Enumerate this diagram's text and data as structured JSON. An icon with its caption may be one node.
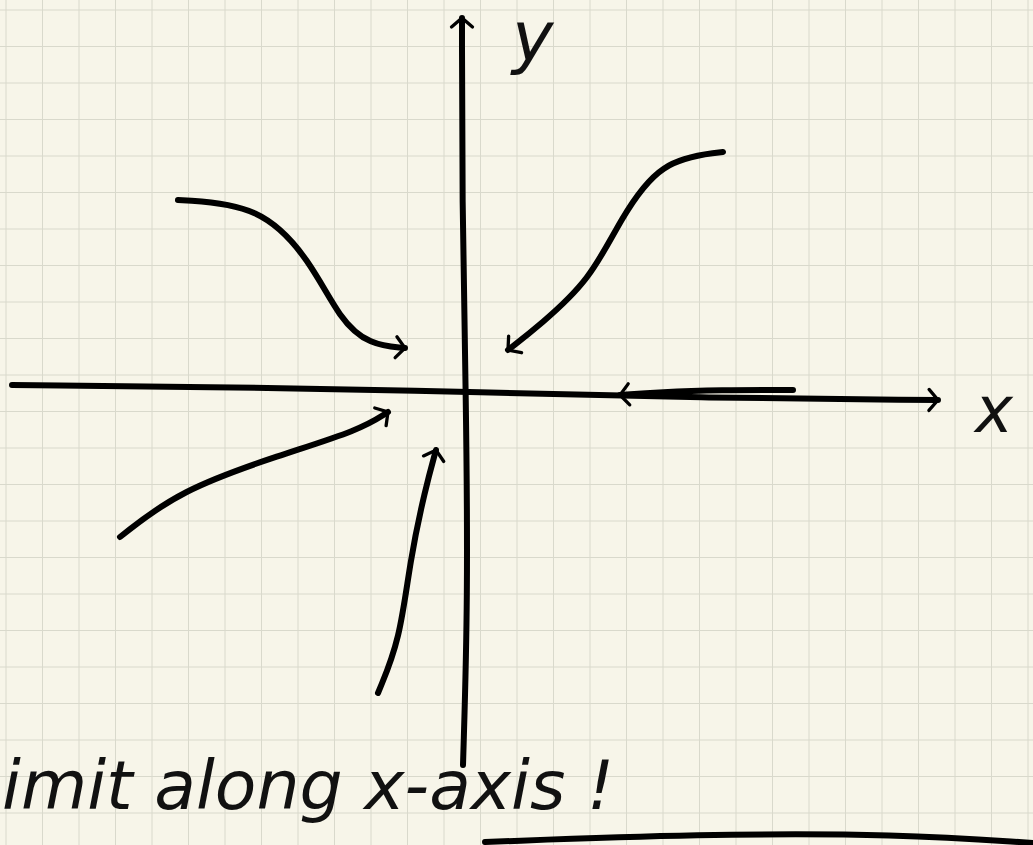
{
  "diagram": {
    "labels": [
      "y",
      "x",
      "imit along x-axis !"
    ]
  }
}
